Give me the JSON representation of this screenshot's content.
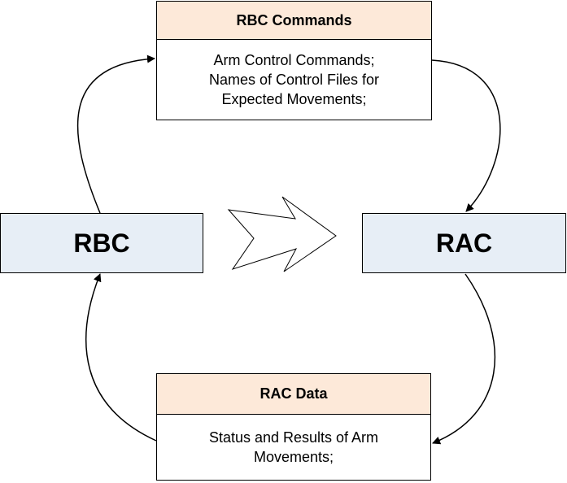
{
  "diagram": {
    "commands_box": {
      "title": "RBC Commands",
      "lines": [
        "Arm Control Commands;",
        "Names of Control Files for",
        "Expected Movements;"
      ]
    },
    "data_box": {
      "title": "RAC Data",
      "lines": [
        "Status and Results of Arm",
        "Movements;"
      ]
    },
    "left_node": {
      "label": "RBC"
    },
    "right_node": {
      "label": "RAC"
    },
    "colors": {
      "header_fill": "#fde9d9",
      "node_fill": "#e7eef6",
      "stroke": "#000000",
      "background": "#ffffff"
    }
  }
}
